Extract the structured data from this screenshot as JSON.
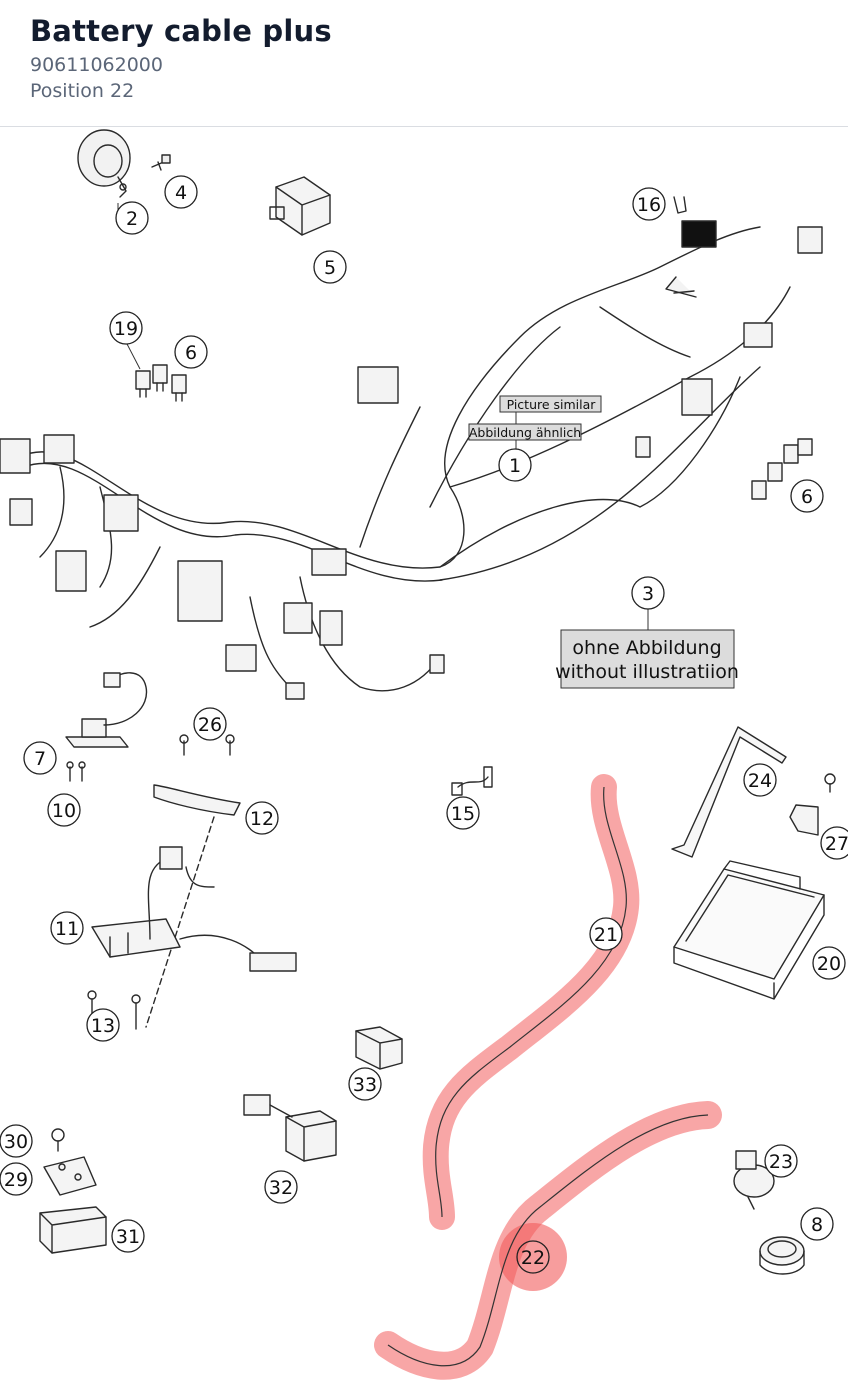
{
  "header": {
    "title": "Battery cable plus",
    "part_number": "90611062000",
    "position": "Position 22"
  },
  "diagram": {
    "note_picture_similar": "Picture similar",
    "note_abbildung": "Abbildung ähnlich",
    "note_ohne": "ohne Abbildung",
    "note_without": "without illustratiion",
    "highlight_color": "#f25c5c",
    "callouts": [
      "1",
      "2",
      "3",
      "4",
      "5",
      "6",
      "6",
      "7",
      "8",
      "10",
      "11",
      "12",
      "13",
      "15",
      "16",
      "19",
      "20",
      "21",
      "22",
      "23",
      "24",
      "26",
      "27",
      "29",
      "30",
      "31",
      "32",
      "33"
    ]
  }
}
